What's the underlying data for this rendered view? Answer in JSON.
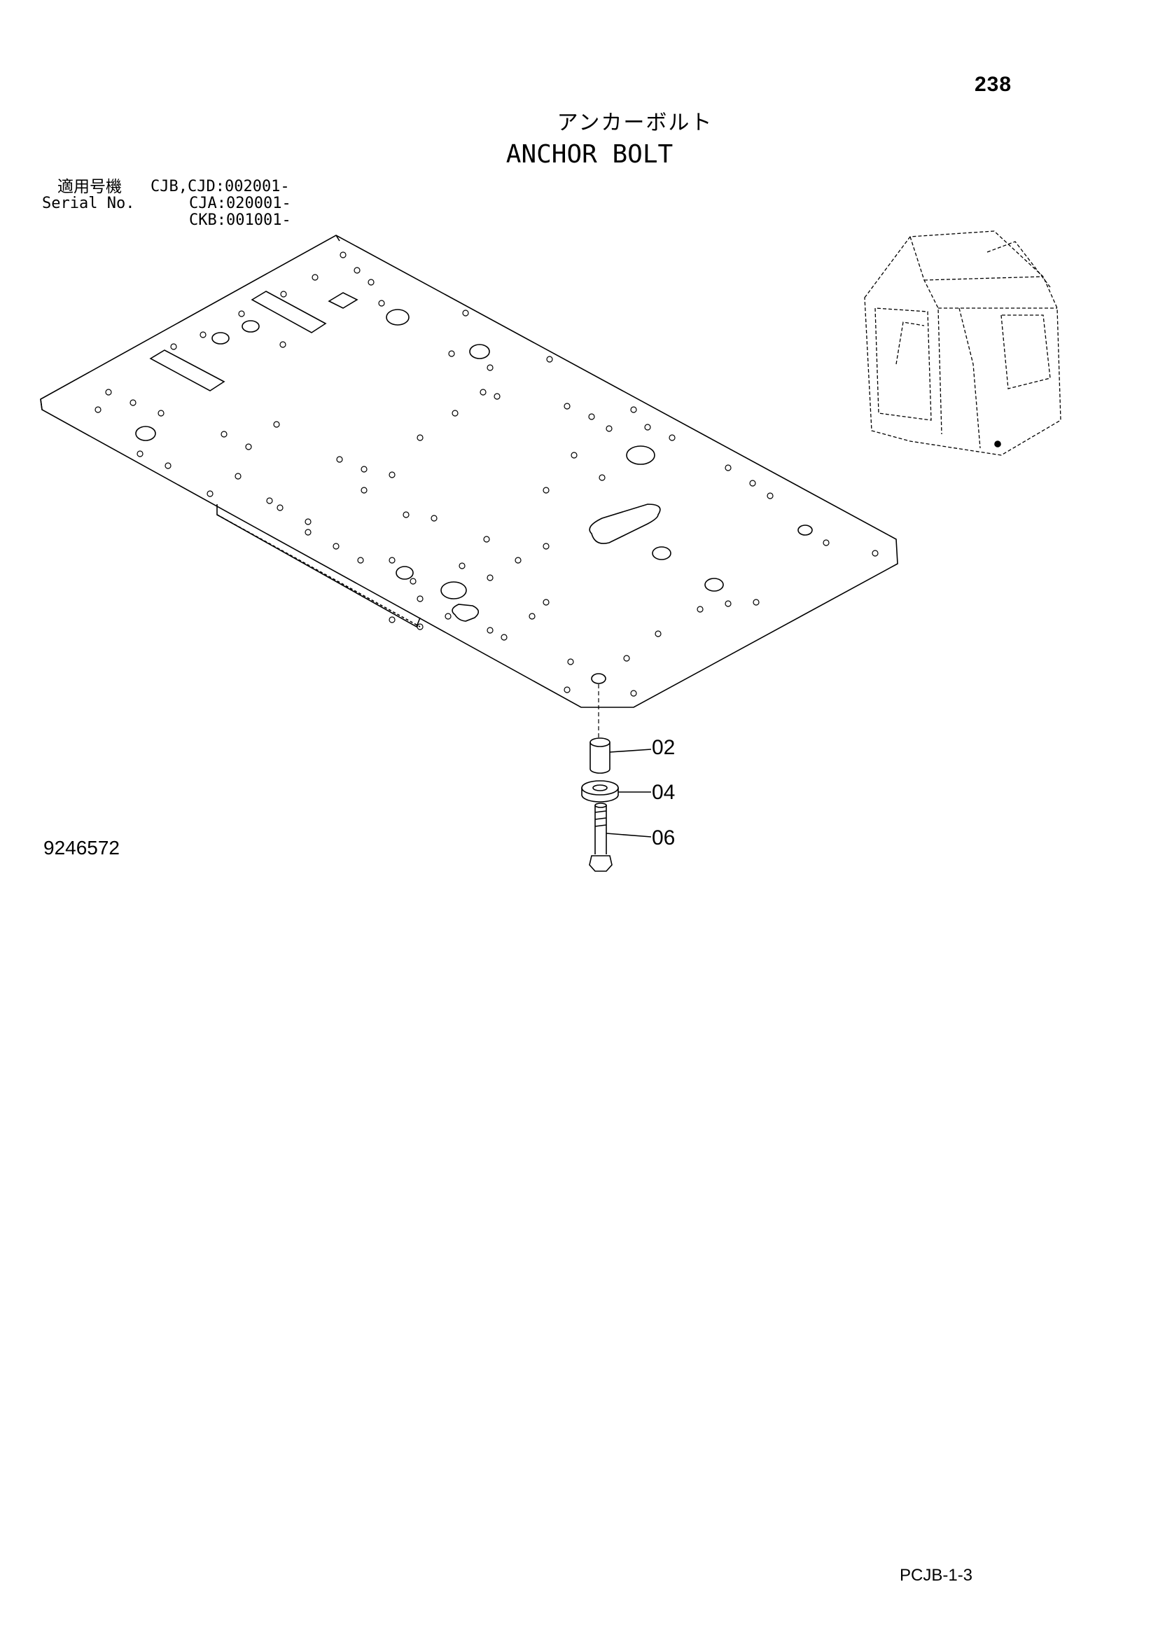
{
  "header": {
    "page_number": "238",
    "title_jp": "アンカーボルト",
    "title_en": "ANCHOR BOLT"
  },
  "serial": {
    "label_jp": "適用号機",
    "label_en": "Serial No.",
    "lines": [
      "CJB,CJD:002001-",
      "CJA:020001-",
      "CKB:001001-"
    ]
  },
  "drawing": {
    "number": "9246572",
    "callouts": [
      "02",
      "04",
      "06"
    ]
  },
  "footer": {
    "code": "PCJB-1-3"
  }
}
